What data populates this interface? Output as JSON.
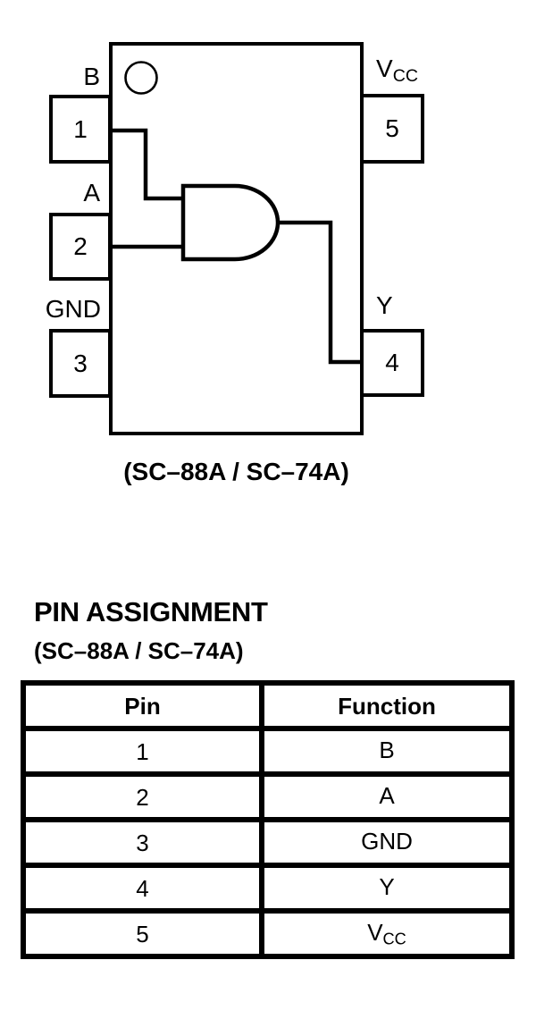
{
  "figure": {
    "gate_type": "AND",
    "caption": "(SC–88A / SC–74A)",
    "pins": [
      {
        "number": "1",
        "label": "B",
        "label_sub": ""
      },
      {
        "number": "2",
        "label": "A",
        "label_sub": ""
      },
      {
        "number": "3",
        "label": "GND",
        "label_sub": ""
      },
      {
        "number": "4",
        "label": "Y",
        "label_sub": ""
      },
      {
        "number": "5",
        "label": "V",
        "label_sub": "CC"
      }
    ]
  },
  "pin_assignment": {
    "title": "PIN ASSIGNMENT",
    "subtitle": "(SC–88A / SC–74A)",
    "columns": {
      "pin": "Pin",
      "function": "Function"
    },
    "rows": [
      {
        "pin": "1",
        "function": "B",
        "function_sub": ""
      },
      {
        "pin": "2",
        "function": "A",
        "function_sub": ""
      },
      {
        "pin": "3",
        "function": "GND",
        "function_sub": ""
      },
      {
        "pin": "4",
        "function": "Y",
        "function_sub": ""
      },
      {
        "pin": "5",
        "function": "V",
        "function_sub": "CC"
      }
    ]
  },
  "colors": {
    "line": "#000000",
    "background": "#ffffff"
  }
}
